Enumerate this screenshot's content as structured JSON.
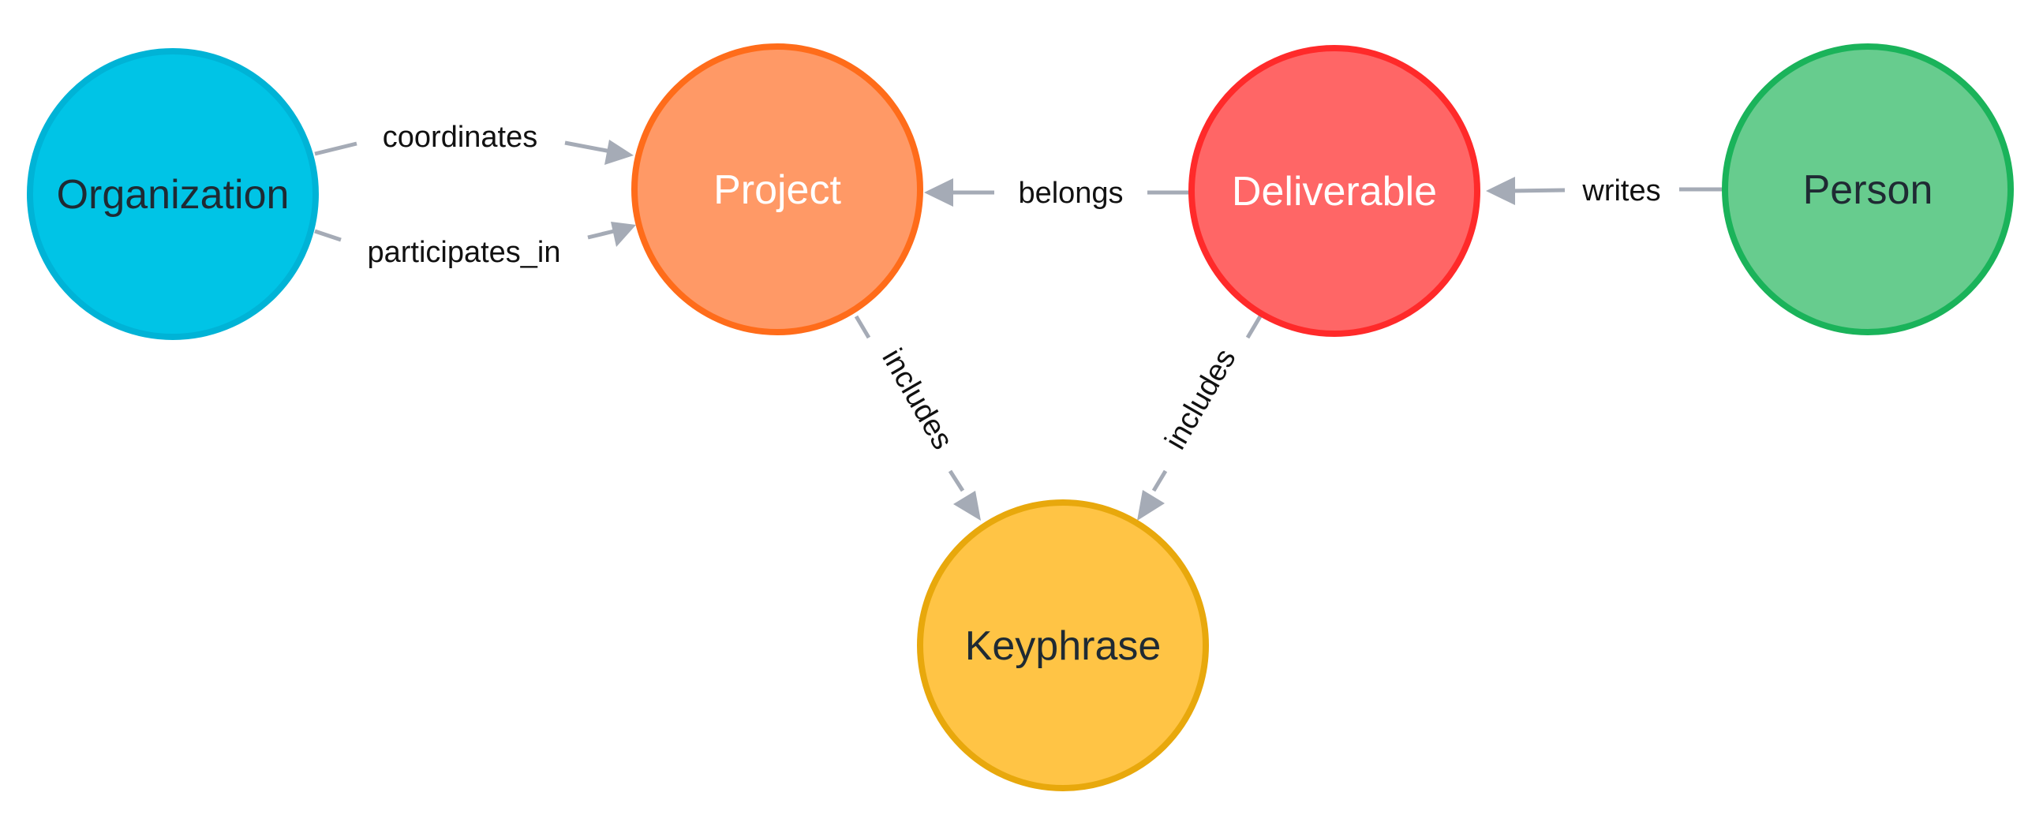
{
  "nodes": {
    "organization": {
      "label": "Organization",
      "fill": "#00c4e6",
      "stroke": "#00b3d6",
      "text": "#1f2a33"
    },
    "project": {
      "label": "Project",
      "fill": "#ff9966",
      "stroke": "#ff6c1a",
      "text": "#ffffff"
    },
    "deliverable": {
      "label": "Deliverable",
      "fill": "#ff6666",
      "stroke": "#ff2a2a",
      "text": "#ffffff"
    },
    "person": {
      "label": "Person",
      "fill": "#67cc8e",
      "stroke": "#1ab35a",
      "text": "#1f2a33"
    },
    "keyphrase": {
      "label": "Keyphrase",
      "fill": "#ffc445",
      "stroke": "#e8a80c",
      "text": "#1f2a33"
    }
  },
  "edges": {
    "coordinates": {
      "label": "coordinates",
      "from": "Organization",
      "to": "Project"
    },
    "participates_in": {
      "label": "participates_in",
      "from": "Organization",
      "to": "Project"
    },
    "belongs": {
      "label": "belongs",
      "from": "Deliverable",
      "to": "Project"
    },
    "writes": {
      "label": "writes",
      "from": "Person",
      "to": "Deliverable"
    },
    "project_includes": {
      "label": "includes",
      "from": "Project",
      "to": "Keyphrase"
    },
    "deliverable_includes": {
      "label": "includes",
      "from": "Deliverable",
      "to": "Keyphrase"
    }
  },
  "colors": {
    "edge": "#a5abb6",
    "background": "#ffffff"
  }
}
